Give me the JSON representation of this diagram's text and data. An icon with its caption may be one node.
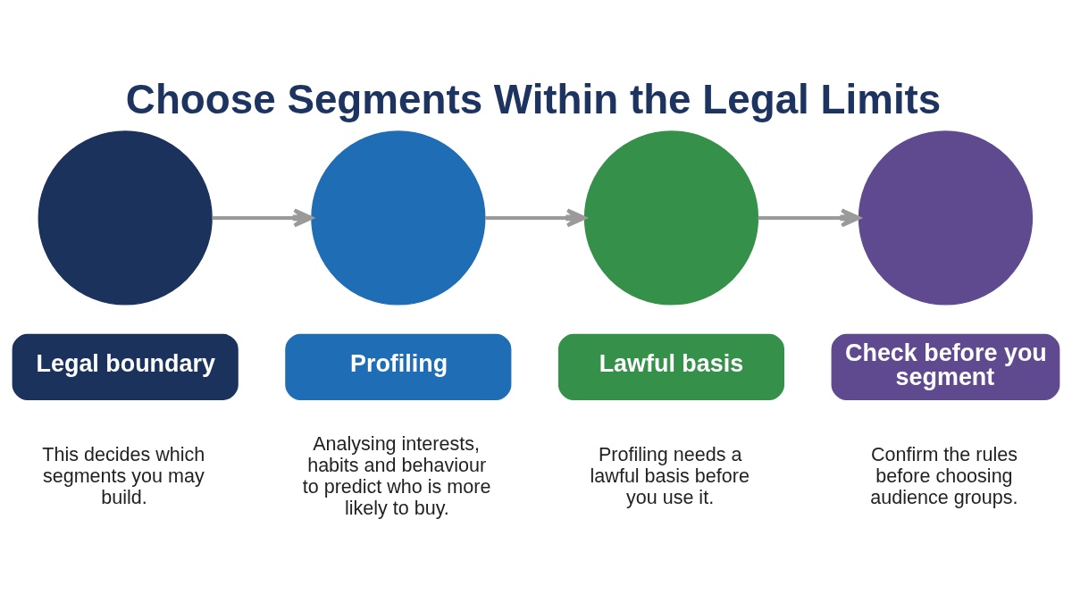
{
  "diagram": {
    "title": "Choose Segments Within the Legal Limits",
    "nodes": [
      {
        "text": [],
        "shape": "circle"
      },
      {
        "text": [],
        "shape": "circle"
      },
      {
        "text": [],
        "shape": "circle"
      },
      {
        "text": [],
        "shape": "circle"
      },
      {
        "text": [
          "Legal boundary"
        ],
        "beside": [
          "This decides which segments you may build."
        ]
      },
      {
        "text": [
          "Profiling"
        ],
        "beside": [
          "Analysing interests, habits and behaviour to predict who is more likely to buy."
        ]
      },
      {
        "text": [
          "Lawful basis"
        ],
        "beside": [
          "Profiling needs a lawful basis before you use it."
        ]
      },
      {
        "text": [
          "Check before you segment"
        ],
        "beside": [
          "Confirm the rules before choosing audience groups."
        ]
      }
    ],
    "edges": [
      {
        "from": 0,
        "to": 1,
        "arrow": "to"
      },
      {
        "from": 1,
        "to": 2,
        "arrow": "to"
      },
      {
        "from": 2,
        "to": 3,
        "arrow": "to"
      }
    ]
  }
}
